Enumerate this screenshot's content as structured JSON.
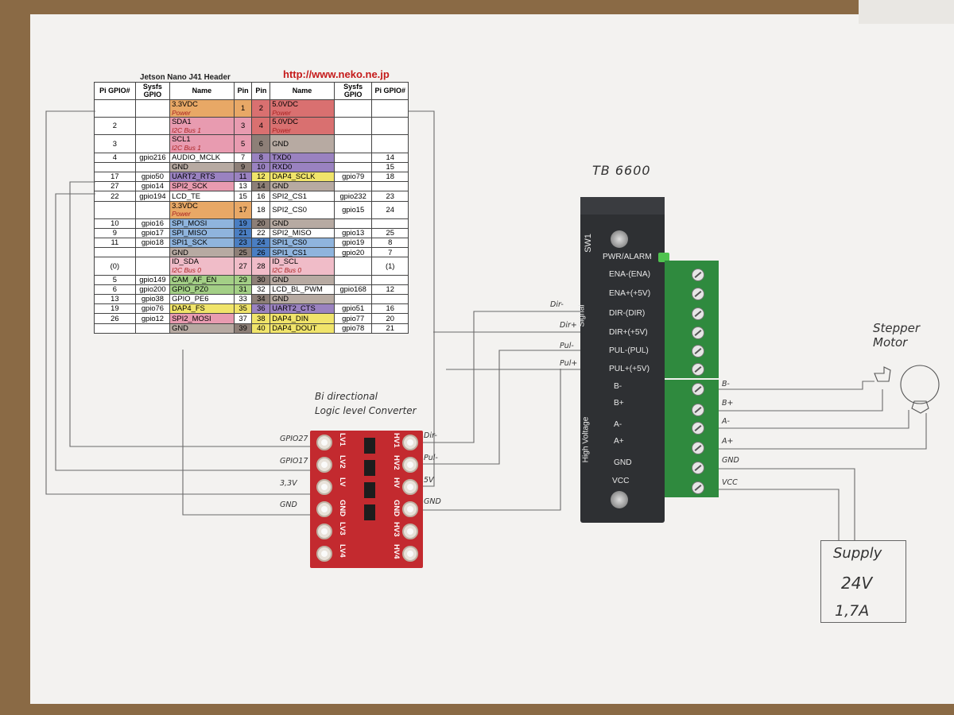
{
  "header_table": {
    "title": "Jetson Nano J41 Header",
    "url": "http://www.neko.ne.jp",
    "columns": [
      "Pi GPIO#",
      "Sysfs GPIO",
      "Name",
      "Pin",
      "Pin",
      "Name",
      "Sysfs GPIO",
      "Pi GPIO#"
    ],
    "rows": [
      {
        "lpi": "",
        "lsys": "",
        "lname": "3.3VDC",
        "lsub": "Power",
        "lpin": "1",
        "rpin": "2",
        "rname": "5.0VDC",
        "rsub": "Power",
        "rsys": "",
        "rpi": "",
        "lcolor": "#e8a866",
        "rcolor": "#d97070",
        "lpincolor": "#e8a866",
        "rpincolor": "#d97070"
      },
      {
        "lpi": "2",
        "lsys": "",
        "lname": "SDA1",
        "lsub": "I2C Bus 1",
        "lpin": "3",
        "rpin": "4",
        "rname": "5.0VDC",
        "rsub": "Power",
        "rsys": "",
        "rpi": "",
        "lcolor": "#e89bb0",
        "rcolor": "#d97070",
        "lpincolor": "#e89bb0",
        "rpincolor": "#d97070"
      },
      {
        "lpi": "3",
        "lsys": "",
        "lname": "SCL1",
        "lsub": "I2C Bus 1",
        "lpin": "5",
        "rpin": "6",
        "rname": "GND",
        "rsub": "",
        "rsys": "",
        "rpi": "",
        "lcolor": "#e89bb0",
        "rcolor": "#b7aaa2",
        "lpincolor": "#e89bb0",
        "rpincolor": "#8d7f77"
      },
      {
        "lpi": "4",
        "lsys": "gpio216",
        "lname": "AUDIO_MCLK",
        "lsub": "",
        "lpin": "7",
        "rpin": "8",
        "rname": "TXD0",
        "rsub": "",
        "rsys": "",
        "rpi": "14",
        "lcolor": "#ffffff",
        "rcolor": "#9a82c0",
        "lpincolor": "#ffffff",
        "rpincolor": "#9a82c0"
      },
      {
        "lpi": "",
        "lsys": "",
        "lname": "GND",
        "lsub": "",
        "lpin": "9",
        "rpin": "10",
        "rname": "RXD0",
        "rsub": "",
        "rsys": "",
        "rpi": "15",
        "lcolor": "#b7aaa2",
        "rcolor": "#9a82c0",
        "lpincolor": "#8d7f77",
        "rpincolor": "#9a82c0"
      },
      {
        "lpi": "17",
        "lsys": "gpio50",
        "lname": "UART2_RTS",
        "lsub": "",
        "lpin": "11",
        "rpin": "12",
        "rname": "DAP4_SCLK",
        "rsub": "",
        "rsys": "gpio79",
        "rpi": "18",
        "lcolor": "#9a82c0",
        "rcolor": "#f0e46a",
        "lpincolor": "#9a82c0",
        "rpincolor": "#f0e46a"
      },
      {
        "lpi": "27",
        "lsys": "gpio14",
        "lname": "SPI2_SCK",
        "lsub": "",
        "lpin": "13",
        "rpin": "14",
        "rname": "GND",
        "rsub": "",
        "rsys": "",
        "rpi": "",
        "lcolor": "#e89bb0",
        "rcolor": "#b7aaa2",
        "lpincolor": "#ffffff",
        "rpincolor": "#8d7f77"
      },
      {
        "lpi": "22",
        "lsys": "gpio194",
        "lname": "LCD_TE",
        "lsub": "",
        "lpin": "15",
        "rpin": "16",
        "rname": "SPI2_CS1",
        "rsub": "",
        "rsys": "gpio232",
        "rpi": "23",
        "lcolor": "#ffffff",
        "rcolor": "#ffffff",
        "lpincolor": "#ffffff",
        "rpincolor": "#ffffff"
      },
      {
        "lpi": "",
        "lsys": "",
        "lname": "3.3VDC",
        "lsub": "Power",
        "lpin": "17",
        "rpin": "18",
        "rname": "SPI2_CS0",
        "rsub": "",
        "rsys": "gpio15",
        "rpi": "24",
        "lcolor": "#e8a866",
        "rcolor": "#ffffff",
        "lpincolor": "#e8a866",
        "rpincolor": "#ffffff"
      },
      {
        "lpi": "10",
        "lsys": "gpio16",
        "lname": "SPI_MOSI",
        "lsub": "",
        "lpin": "19",
        "rpin": "20",
        "rname": "GND",
        "rsub": "",
        "rsys": "",
        "rpi": "",
        "lcolor": "#8fb4dd",
        "rcolor": "#b7aaa2",
        "lpincolor": "#4a7ec2",
        "rpincolor": "#8d7f77"
      },
      {
        "lpi": "9",
        "lsys": "gpio17",
        "lname": "SPI_MISO",
        "lsub": "",
        "lpin": "21",
        "rpin": "22",
        "rname": "SPI2_MISO",
        "rsub": "",
        "rsys": "gpio13",
        "rpi": "25",
        "lcolor": "#8fb4dd",
        "rcolor": "#ffffff",
        "lpincolor": "#4a7ec2",
        "rpincolor": "#ffffff"
      },
      {
        "lpi": "11",
        "lsys": "gpio18",
        "lname": "SPI1_SCK",
        "lsub": "",
        "lpin": "23",
        "rpin": "24",
        "rname": "SPI1_CS0",
        "rsub": "",
        "rsys": "gpio19",
        "rpi": "8",
        "lcolor": "#8fb4dd",
        "rcolor": "#8fb4dd",
        "lpincolor": "#4a7ec2",
        "rpincolor": "#4a7ec2"
      },
      {
        "lpi": "",
        "lsys": "",
        "lname": "GND",
        "lsub": "",
        "lpin": "25",
        "rpin": "26",
        "rname": "SPI1_CS1",
        "rsub": "",
        "rsys": "gpio20",
        "rpi": "7",
        "lcolor": "#b7aaa2",
        "rcolor": "#8fb4dd",
        "lpincolor": "#8d7f77",
        "rpincolor": "#4a7ec2"
      },
      {
        "lpi": "(0)",
        "lsys": "",
        "lname": "ID_SDA",
        "lsub": "I2C Bus 0",
        "lpin": "27",
        "rpin": "28",
        "rname": "ID_SCL",
        "rsub": "I2C Bus 0",
        "rsys": "",
        "rpi": "(1)",
        "lcolor": "#f0bcc8",
        "rcolor": "#f0bcc8",
        "lpincolor": "#f0bcc8",
        "rpincolor": "#f0bcc8"
      },
      {
        "lpi": "5",
        "lsys": "gpio149",
        "lname": "CAM_AF_EN",
        "lsub": "",
        "lpin": "29",
        "rpin": "30",
        "rname": "GND",
        "rsub": "",
        "rsys": "",
        "rpi": "",
        "lcolor": "#a3cf86",
        "rcolor": "#b7aaa2",
        "lpincolor": "#a3cf86",
        "rpincolor": "#8d7f77"
      },
      {
        "lpi": "6",
        "lsys": "gpio200",
        "lname": "GPIO_PZ0",
        "lsub": "",
        "lpin": "31",
        "rpin": "32",
        "rname": "LCD_BL_PWM",
        "rsub": "",
        "rsys": "gpio168",
        "rpi": "12",
        "lcolor": "#a3cf86",
        "rcolor": "#ffffff",
        "lpincolor": "#a3cf86",
        "rpincolor": "#ffffff"
      },
      {
        "lpi": "13",
        "lsys": "gpio38",
        "lname": "GPIO_PE6",
        "lsub": "",
        "lpin": "33",
        "rpin": "34",
        "rname": "GND",
        "rsub": "",
        "rsys": "",
        "rpi": "",
        "lcolor": "#ffffff",
        "rcolor": "#b7aaa2",
        "lpincolor": "#ffffff",
        "rpincolor": "#8d7f77"
      },
      {
        "lpi": "19",
        "lsys": "gpio76",
        "lname": "DAP4_FS",
        "lsub": "",
        "lpin": "35",
        "rpin": "36",
        "rname": "UART2_CTS",
        "rsub": "",
        "rsys": "gpio51",
        "rpi": "16",
        "lcolor": "#f0e46a",
        "rcolor": "#9a82c0",
        "lpincolor": "#f0e46a",
        "rpincolor": "#9a82c0"
      },
      {
        "lpi": "26",
        "lsys": "gpio12",
        "lname": "SPI2_MOSI",
        "lsub": "",
        "lpin": "37",
        "rpin": "38",
        "rname": "DAP4_DIN",
        "rsub": "",
        "rsys": "gpio77",
        "rpi": "20",
        "lcolor": "#e89bb0",
        "rcolor": "#f0e46a",
        "lpincolor": "#ffffff",
        "rpincolor": "#f0e46a"
      },
      {
        "lpi": "",
        "lsys": "",
        "lname": "GND",
        "lsub": "",
        "lpin": "39",
        "rpin": "40",
        "rname": "DAP4_DOUT",
        "rsub": "",
        "rsys": "gpio78",
        "rpi": "21",
        "lcolor": "#b7aaa2",
        "rcolor": "#f0e46a",
        "lpincolor": "#8d7f77",
        "rpincolor": "#f0e46a"
      }
    ]
  },
  "level_converter": {
    "caption_line1": "Bi directional",
    "caption_line2": "Logic level Converter",
    "left_labels": [
      "GPIO27",
      "GPIO17",
      "3,3V",
      "GND"
    ],
    "right_labels": [
      "Dir-",
      "Pul-",
      "5V",
      "GND"
    ],
    "board_left_pins": [
      "LV1",
      "LV2",
      "LV",
      "GND",
      "LV3",
      "LV4"
    ],
    "board_right_pins": [
      "HV1",
      "HV2",
      "HV",
      "GND",
      "HV3",
      "HV4"
    ]
  },
  "driver": {
    "title": "TB 6600",
    "sw_label": "SW1",
    "pwr_label": "PWR/ALARM",
    "signal_group": "Signal",
    "hv_group": "High Voltage",
    "signal_pins": [
      "ENA-(ENA)",
      "ENA+(+5V)",
      "DIR-(DIR)",
      "DIR+(+5V)",
      "PUL-(PUL)",
      "PUL+(+5V)"
    ],
    "hv_pins": [
      "B-",
      "B+",
      "A-",
      "A+",
      "GND",
      "VCC"
    ],
    "left_wire_labels": [
      "Dir-",
      "Dir+",
      "Pul-",
      "Pul+"
    ],
    "right_wire_labels": [
      "B-",
      "B+",
      "A-",
      "A+",
      "GND",
      "VCC"
    ]
  },
  "motor": {
    "label": "Stepper Motor"
  },
  "supply": {
    "line1": "Supply",
    "line2": "24V",
    "line3": "1,7A"
  },
  "colors": {
    "board_red": "#c32a2f",
    "terminal_green": "#2f8a3e",
    "driver_dark": "#2e3033",
    "url_red": "#c51a1a"
  }
}
